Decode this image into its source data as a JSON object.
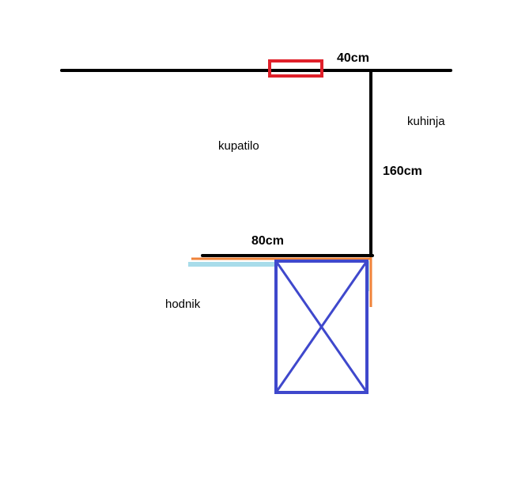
{
  "labels": {
    "dim_top": "40cm",
    "dim_vertical": "160cm",
    "dim_bottom": "80cm",
    "room_kupatilo": "kupatilo",
    "room_kuhinja": "kuhinja",
    "room_hodnik": "hodnik"
  },
  "colors": {
    "wall": "#000000",
    "window": "#e0202a",
    "orange_edge": "#f0833a",
    "light_blue_edge": "#a8dcea",
    "box": "#3f48cc"
  }
}
